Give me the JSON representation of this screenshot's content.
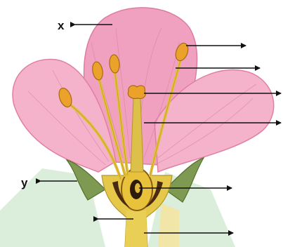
{
  "diagram": {
    "subject": "flower-longitudinal-section",
    "labels": {
      "x": "x",
      "y": "y"
    },
    "colors": {
      "petal": "#f2a9c4",
      "petal_edge": "#e07fa2",
      "petal_vein": "#d9829f",
      "sepal": "#7e9a52",
      "sepal_dark": "#54702c",
      "stamen": "#e2bf3a",
      "anther": "#eba22a",
      "ovary": "#e7c23a",
      "ovule": "#2c1a0a",
      "background_shape": "#d7ecd7",
      "watermark": "#f6e49a",
      "arrow": "#111111"
    }
  }
}
